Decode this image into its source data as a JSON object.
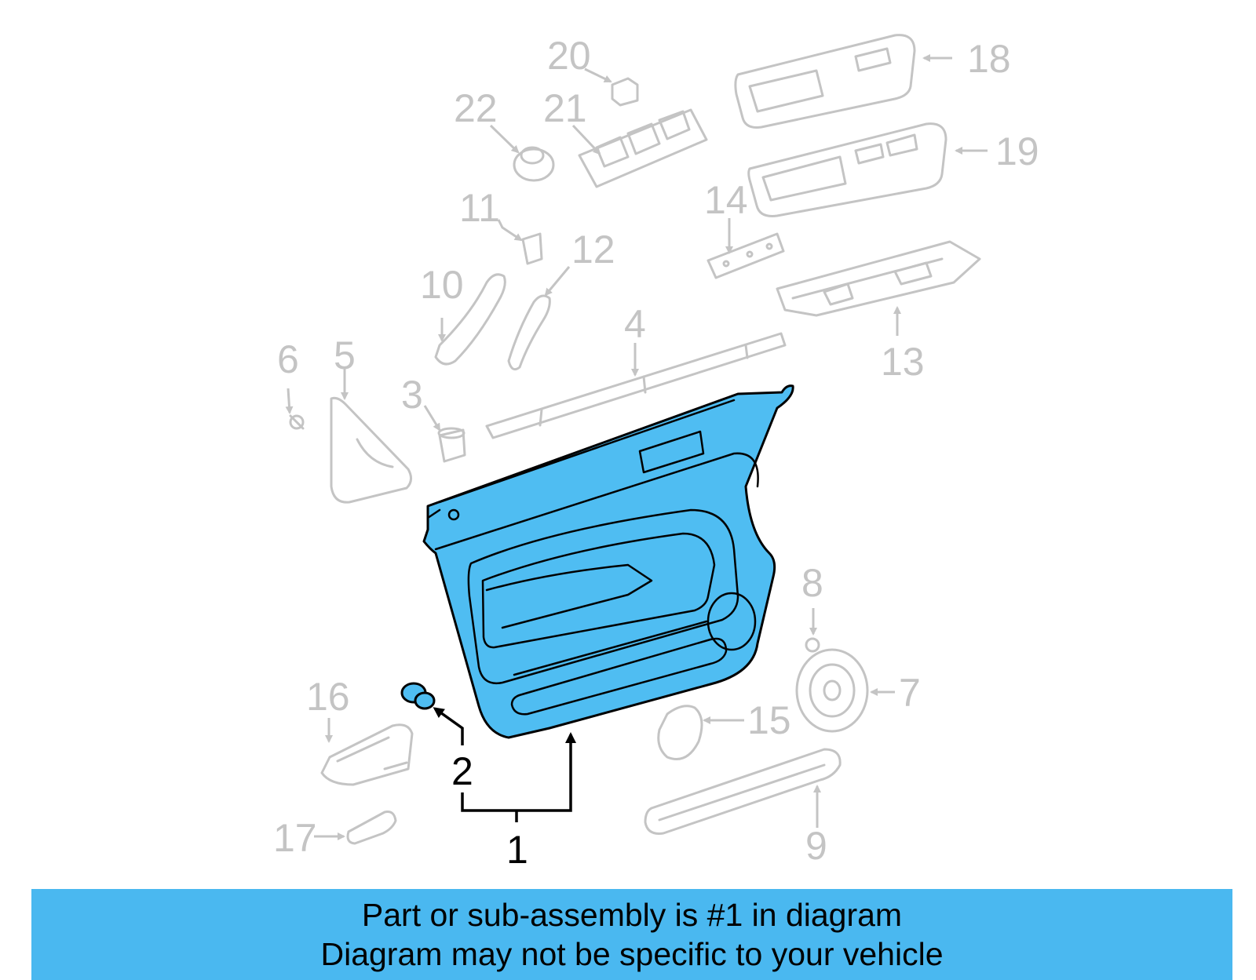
{
  "banner": {
    "line1": "Part or sub-assembly is #1 in diagram",
    "line2": "Diagram may not be specific to your vehicle"
  },
  "colors": {
    "highlight": "#4fbdf2",
    "banner": "#4ab8f0",
    "ghost": "#c4c4c4"
  },
  "callouts": {
    "c1": "1",
    "c2": "2",
    "c3": "3",
    "c4": "4",
    "c5": "5",
    "c6": "6",
    "c7": "7",
    "c8": "8",
    "c9": "9",
    "c10": "10",
    "c11": "11",
    "c12": "12",
    "c13": "13",
    "c14": "14",
    "c15": "15",
    "c16": "16",
    "c17": "17",
    "c18": "18",
    "c19": "19",
    "c20": "20",
    "c21": "21",
    "c22": "22"
  }
}
